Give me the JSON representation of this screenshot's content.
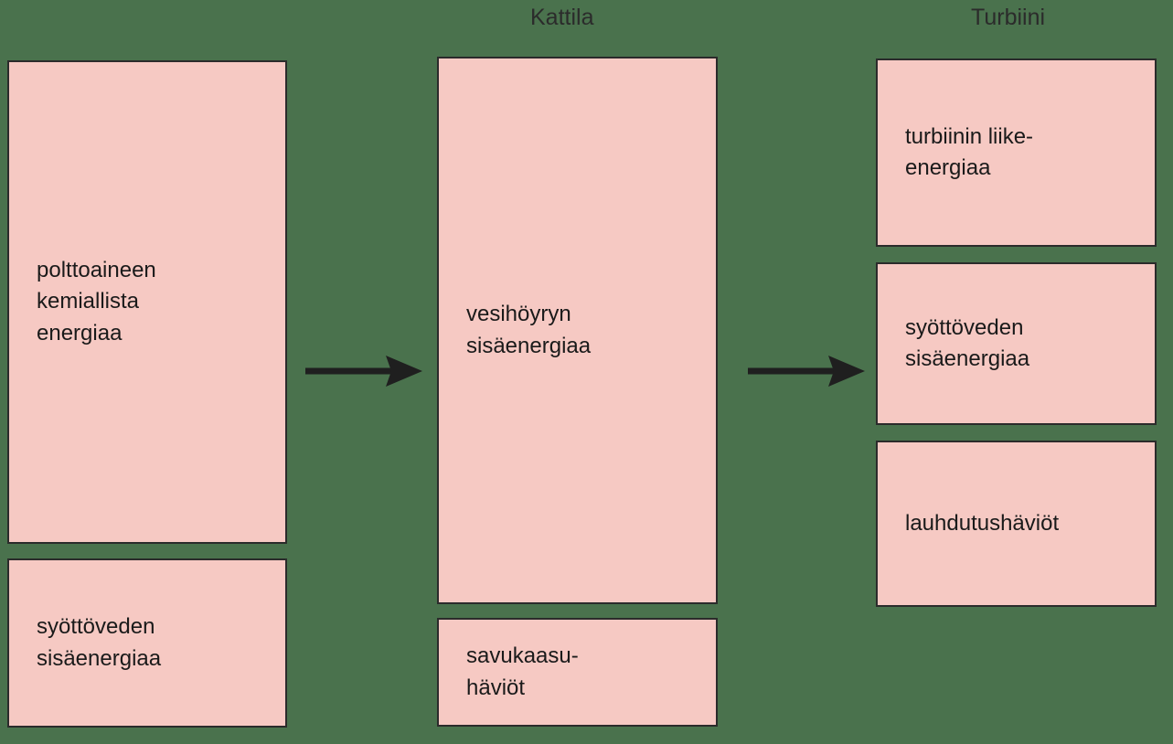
{
  "diagram": {
    "title_row": [
      {
        "name": "kattila",
        "label": "Kattila"
      },
      {
        "name": "turbiini",
        "label": "Turbiini"
      }
    ],
    "colors": {
      "background": "#4a724d",
      "box_fill": "#f6c9c3",
      "box_stroke": "#2b2b2b",
      "text": "#1a1a1a",
      "arrow": "#1f1f1f"
    },
    "columns": [
      {
        "name": "input-column",
        "title": "",
        "boxes": [
          {
            "name": "fuel-chemical-energy",
            "label": "polttoaineen\nkemiallista\nenergiaa"
          },
          {
            "name": "feedwater-internal-energy-input",
            "label": "syöttöveden\nsisäenergiaa"
          }
        ]
      },
      {
        "name": "boiler-column",
        "title": "Kattila",
        "boxes": [
          {
            "name": "steam-internal-energy",
            "label": "vesihöyryn\nsisäenergiaa"
          },
          {
            "name": "flue-gas-losses",
            "label": "savukaasu-\nhäviöt"
          }
        ]
      },
      {
        "name": "turbine-column",
        "title": "Turbiini",
        "boxes": [
          {
            "name": "turbine-kinetic-energy",
            "label": "turbiinin liike-\nenergiaa"
          },
          {
            "name": "feedwater-internal-energy-output",
            "label": "syöttöveden\nsisäenergiaa"
          },
          {
            "name": "condensation-losses",
            "label": "lauhdutushäviöt"
          }
        ]
      }
    ],
    "arrows": [
      {
        "name": "arrow-input-to-boiler"
      },
      {
        "name": "arrow-boiler-to-turbine"
      }
    ]
  }
}
